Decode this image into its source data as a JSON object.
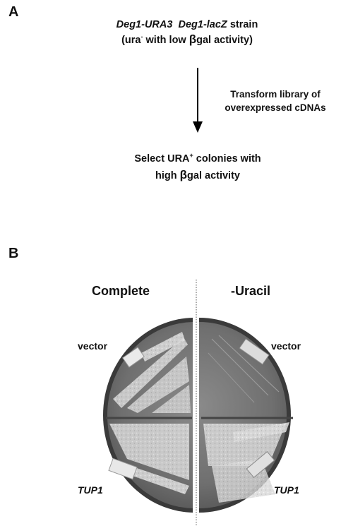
{
  "panel_a": {
    "letter": "A",
    "strain": {
      "gene1": "Deg1-URA3",
      "gene2": "Deg1-lacZ",
      "word": "strain",
      "line2_open": "(ura",
      "line2_sup": "-",
      "line2_mid": " with low ",
      "beta": "β",
      "line2_end": "gal activity)"
    },
    "step": {
      "line1": "Transform library of",
      "line2": "overexpressed cDNAs"
    },
    "result": {
      "line1_pre": "Select URA",
      "line1_sup": "+",
      "line1_post": " colonies with",
      "line2_pre": "high ",
      "beta": "β",
      "line2_post": "gal activity"
    }
  },
  "panel_b": {
    "letter": "B",
    "left_header": "Complete",
    "right_header": "-Uracil",
    "top_left_label": "vector",
    "top_right_label": "vector",
    "bottom_left_label": "TUP1",
    "bottom_right_label": "TUP1"
  }
}
